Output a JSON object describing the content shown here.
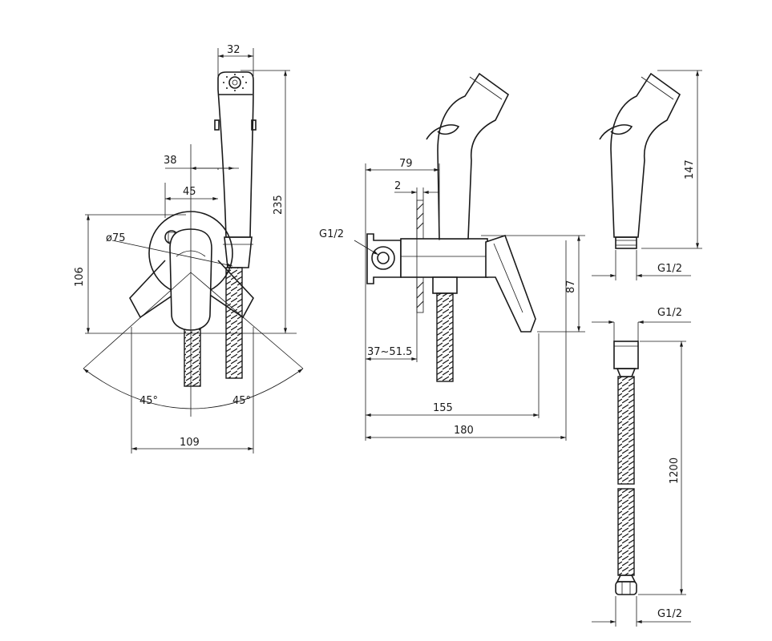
{
  "dimensions": {
    "front_shower_width": "32",
    "front_offset_38": "38",
    "front_offset_45": "45",
    "front_diameter": "ø75",
    "front_height_106": "106",
    "front_height_235": "235",
    "front_angle_left": "45°",
    "front_angle_right": "45°",
    "front_width_109": "109",
    "side_thread": "G1/2",
    "side_depth_79": "79",
    "side_depth_2": "2",
    "side_height_87": "87",
    "side_range": "37~51.5",
    "side_length_155": "155",
    "side_length_180": "180",
    "shower_height_147": "147",
    "shower_thread": "G1/2",
    "hose_thread_top": "G1/2",
    "hose_length": "1200",
    "hose_thread_bottom": "G1/2"
  }
}
